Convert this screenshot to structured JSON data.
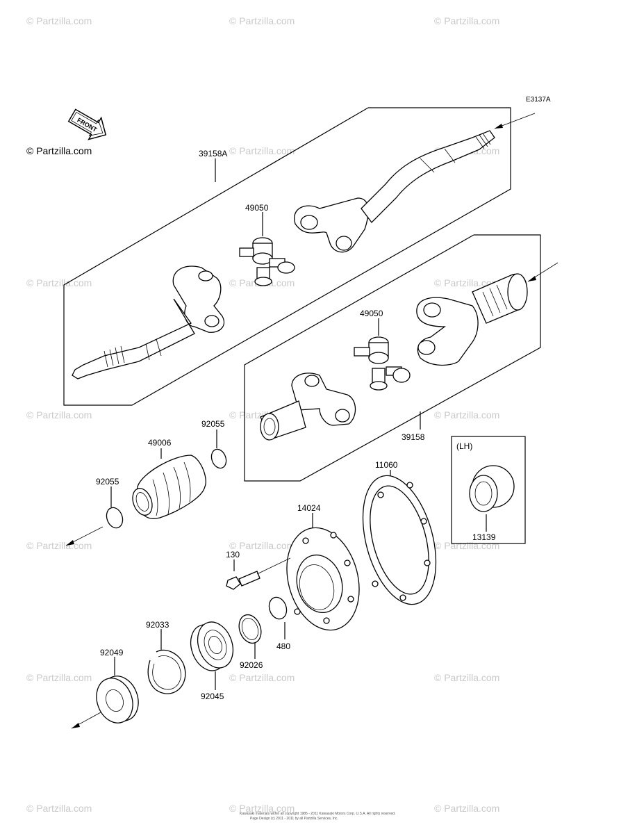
{
  "diagram_code": "E3137A",
  "front_label": "FRONT",
  "lh_label": "(LH)",
  "watermark_text": "© Partzilla.com",
  "copyright": "Kawasaki materials within all copyright 1985 - 2011 Kawasaki Motors Corp. U.S.A. All rights reserved.",
  "copyright2": "Page Design (c) 2011 - 2011 by all Partzilla Services, Inc.",
  "parts": [
    {
      "id": "p39158A",
      "label": "39158A"
    },
    {
      "id": "p49050a",
      "label": "49050"
    },
    {
      "id": "p49050b",
      "label": "49050"
    },
    {
      "id": "p39158",
      "label": "39158"
    },
    {
      "id": "p92055a",
      "label": "92055"
    },
    {
      "id": "p49006",
      "label": "49006"
    },
    {
      "id": "p92055b",
      "label": "92055"
    },
    {
      "id": "p11060",
      "label": "11060"
    },
    {
      "id": "p14024",
      "label": "14024"
    },
    {
      "id": "p130",
      "label": "130"
    },
    {
      "id": "p13139",
      "label": "13139"
    },
    {
      "id": "p92033",
      "label": "92033"
    },
    {
      "id": "p92049",
      "label": "92049"
    },
    {
      "id": "p92026",
      "label": "92026"
    },
    {
      "id": "p480",
      "label": "480"
    },
    {
      "id": "p92045",
      "label": "92045"
    }
  ]
}
